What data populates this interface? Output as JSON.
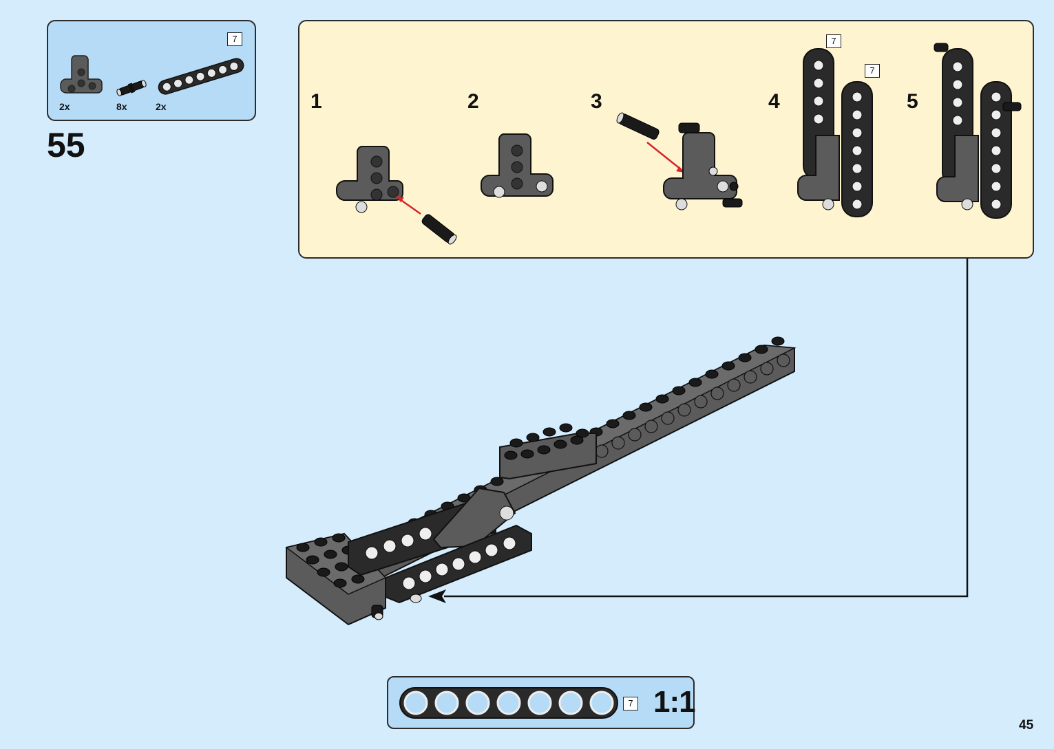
{
  "parts_list": [
    {
      "quantity": "2x",
      "part_icon": "t-beam-icon"
    },
    {
      "quantity": "8x",
      "part_icon": "connector-pin-icon"
    },
    {
      "quantity": "2x",
      "part_icon": "beam-7-icon",
      "length": "7"
    }
  ],
  "step_number": "55",
  "sub_steps": [
    {
      "number": "1"
    },
    {
      "number": "2"
    },
    {
      "number": "3"
    },
    {
      "number": "4",
      "beam_lengths": [
        "7",
        "7"
      ]
    },
    {
      "number": "5"
    }
  ],
  "scale_reference": {
    "length": "7",
    "ratio": "1:1"
  },
  "page_number": "45",
  "colors": {
    "page_background": "#d4ecfc",
    "parts_box": "#b6dbf6",
    "sub_panel": "#fef5d0",
    "dark_grey_part": "#5b5b5b",
    "black_part": "#2a2a2a",
    "arrow_red": "#d8232a"
  }
}
